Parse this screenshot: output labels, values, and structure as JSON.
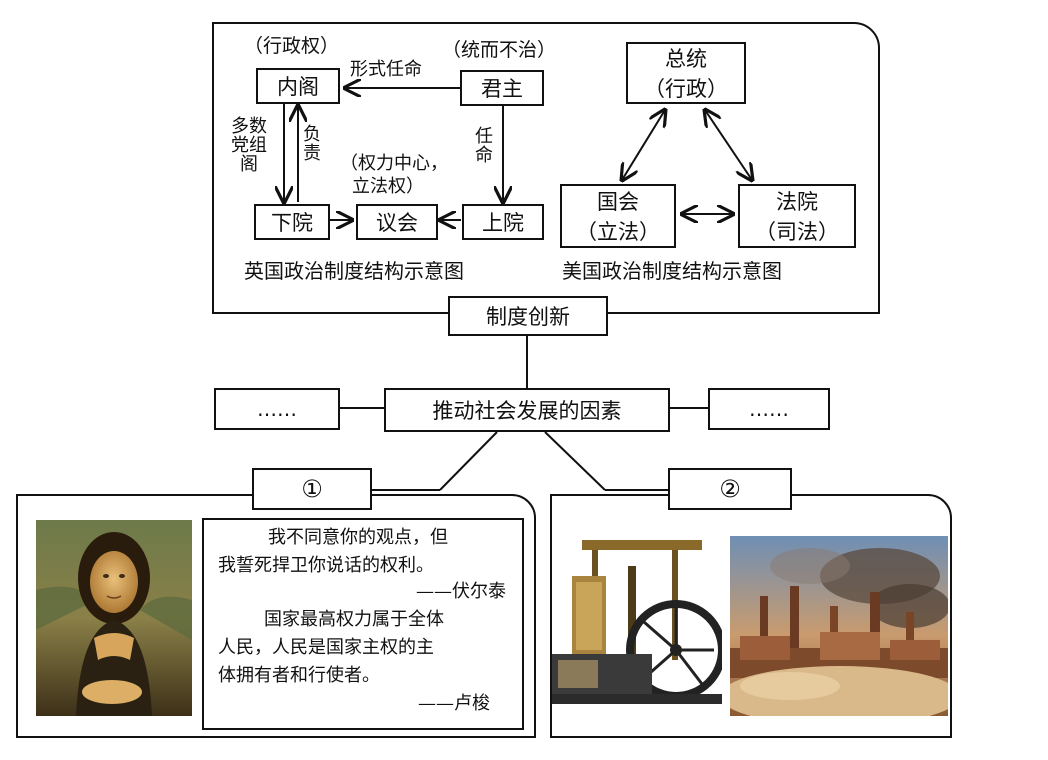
{
  "uk": {
    "cabinet_note": "（行政权）",
    "cabinet": "内阁",
    "monarch_note": "（统而不治）",
    "monarch": "君主",
    "formal_appoint": "形式任命",
    "majority_party": "多数党组阁",
    "responsible": "负责",
    "appoint": "任命",
    "parliament_note_1": "（权力中心，",
    "parliament_note_2": "立法权）",
    "lower_house": "下院",
    "parliament": "议会",
    "upper_house": "上院",
    "caption": "英国政治制度结构示意图"
  },
  "us": {
    "president_1": "总统",
    "president_2": "（行政）",
    "congress_1": "国会",
    "congress_2": "（立法）",
    "court_1": "法院",
    "court_2": "（司法）",
    "caption": "美国政治制度结构示意图"
  },
  "innovation_label": "制度创新",
  "center_label": "推动社会发展的因素",
  "left_ellipsis": "……",
  "right_ellipsis": "……",
  "label_1": "①",
  "label_2": "②",
  "quotes": {
    "voltaire_1": "我不同意你的观点，但",
    "voltaire_2": "我誓死捍卫你说话的权利。",
    "voltaire_author": "——伏尔泰",
    "rousseau_1": "国家最高权力属于全体",
    "rousseau_2": "人民，人民是国家主权的主",
    "rousseau_3": "体拥有者和行使者。",
    "rousseau_author": "——卢梭"
  }
}
